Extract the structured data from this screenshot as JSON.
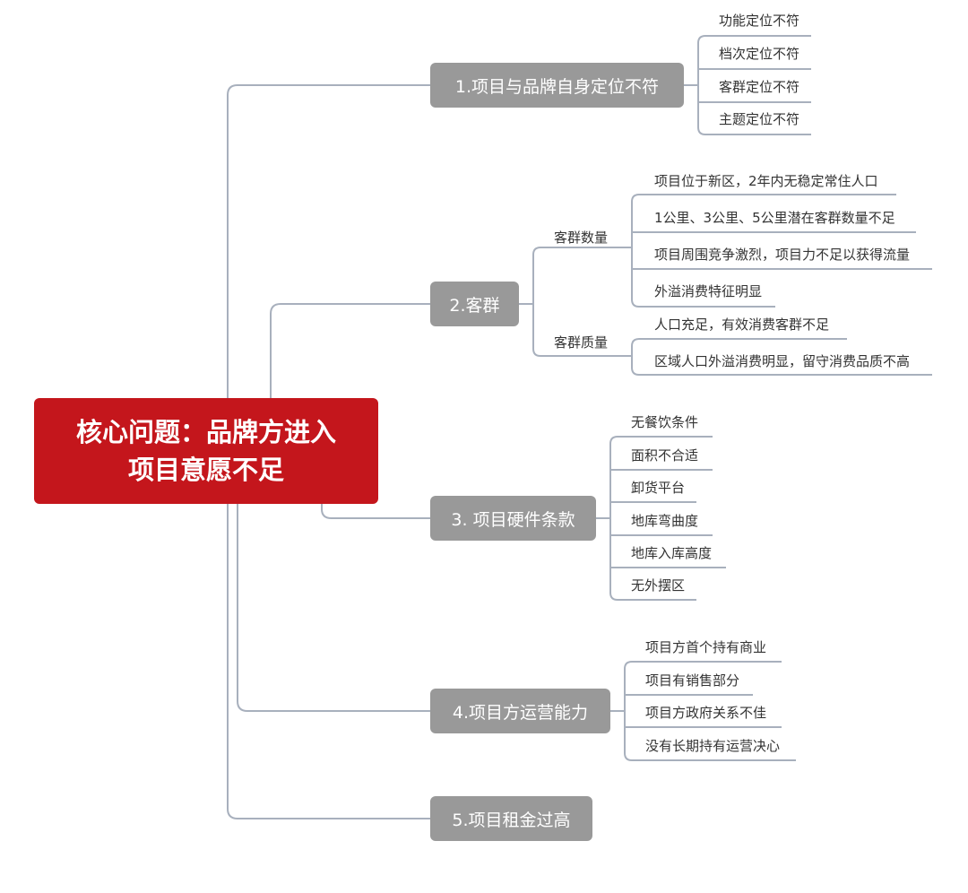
{
  "root": {
    "line1": "核心问题：品牌方进入",
    "line2": "项目意愿不足"
  },
  "branches": [
    {
      "label": "1.项目与品牌自身定位不符",
      "leaves": [
        "功能定位不符",
        "档次定位不符",
        "客群定位不符",
        "主题定位不符"
      ]
    },
    {
      "label": "2.客群",
      "groups": [
        {
          "label": "客群数量",
          "leaves": [
            "项目位于新区，2年内无稳定常住人口",
            "1公里、3公里、5公里潜在客群数量不足",
            "项目周围竞争激烈，项目力不足以获得流量",
            "外溢消费特征明显"
          ]
        },
        {
          "label": "客群质量",
          "leaves": [
            "人口充足，有效消费客群不足",
            "区域人口外溢消费明显，留守消费品质不高"
          ]
        }
      ]
    },
    {
      "label": "3. 项目硬件条款",
      "leaves": [
        "无餐饮条件",
        "面积不合适",
        "卸货平台",
        "地库弯曲度",
        "地库入库高度",
        "无外摆区"
      ]
    },
    {
      "label": "4.项目方运营能力",
      "leaves": [
        "项目方首个持有商业",
        "项目有销售部分",
        "项目方政府关系不佳",
        "没有长期持有运营决心"
      ]
    },
    {
      "label": "5.项目租金过高",
      "leaves": []
    }
  ],
  "colors": {
    "root": "#c4161c",
    "branch": "#999999",
    "line": "#a8b0bd",
    "text": "#333333"
  }
}
